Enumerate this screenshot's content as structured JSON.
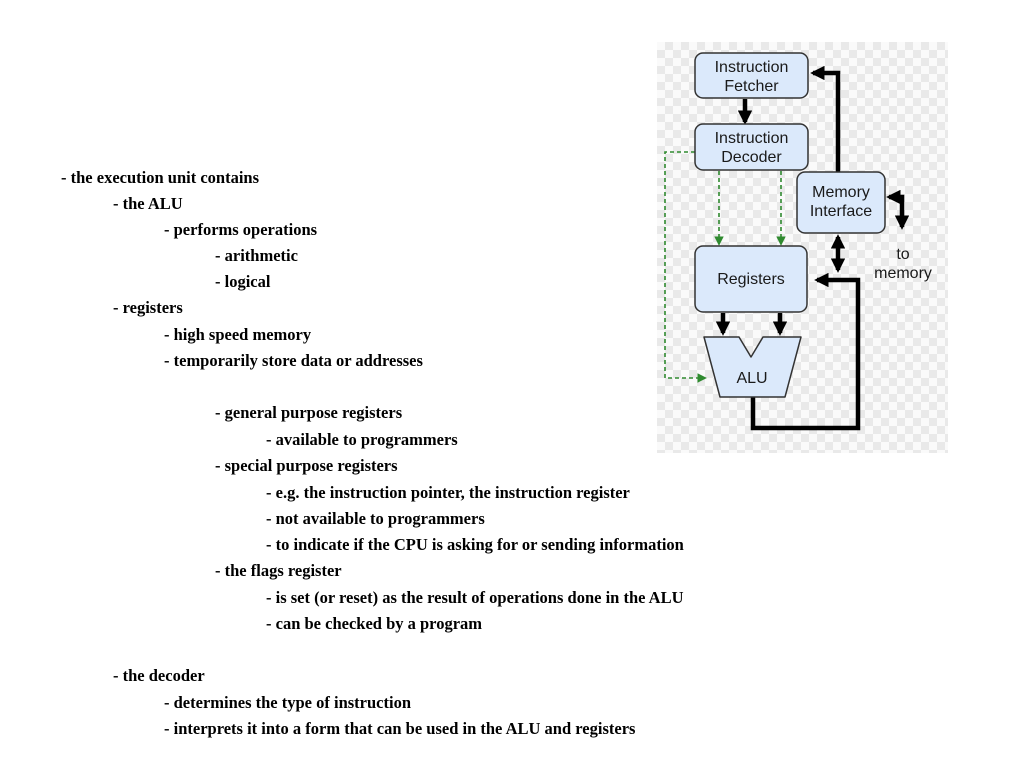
{
  "outline": {
    "lines": [
      "- the execution unit contains",
      "- the ALU",
      "- performs operations",
      "- arithmetic",
      "- logical",
      "- registers",
      "- high speed memory",
      "- temporarily store data or addresses",
      "- general purpose registers",
      "- available to programmers",
      "- special purpose registers",
      "- e.g. the instruction pointer, the instruction register",
      "- not available to programmers",
      "- to indicate if the CPU is asking for or sending information",
      "- the flags register",
      "- is set (or reset) as the result of operations done in the ALU",
      "- can be checked by a program",
      "- the decoder",
      "- determines the type of instruction",
      "- interprets it into a form that can be used in the ALU and registers"
    ]
  },
  "diagram": {
    "fetcher": [
      "Instruction",
      "Fetcher"
    ],
    "decoder": [
      "Instruction",
      "Decoder"
    ],
    "memory_interface": [
      "Memory",
      "Interface"
    ],
    "registers": "Registers",
    "alu": "ALU",
    "to_memory": [
      "to",
      "memory"
    ],
    "colors": {
      "box_fill": "#dbe9fb",
      "box_stroke": "#333333",
      "arrow": "#000000",
      "control_arrow": "#2f8a2f"
    }
  }
}
